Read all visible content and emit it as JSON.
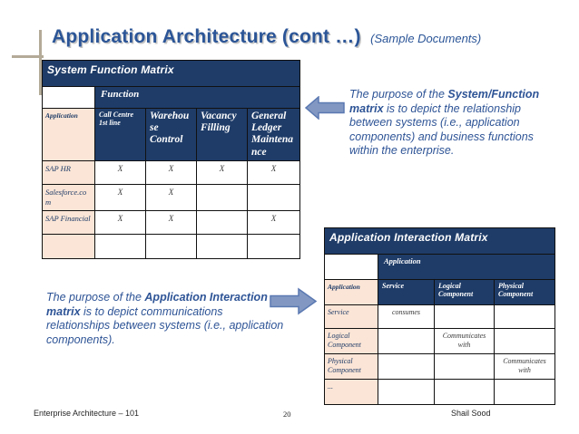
{
  "slide": {
    "title": "Application Architecture (cont …)",
    "title_suffix": "(Sample Documents)"
  },
  "sfm": {
    "title": "System Function Matrix",
    "corner": "",
    "group_header": "Function",
    "row_axis_label": "Application",
    "col_headers": [
      "Call Centre 1st line",
      "Warehouse Control",
      "Vacancy Filling",
      "General Ledger Maintenance"
    ],
    "rows": [
      {
        "label": "SAP HR",
        "cells": [
          "X",
          "X",
          "X",
          "X"
        ]
      },
      {
        "label": "Salesforce.com",
        "cells": [
          "X",
          "X",
          "",
          ""
        ]
      },
      {
        "label": "SAP Financial",
        "cells": [
          "X",
          "X",
          "",
          "X"
        ]
      },
      {
        "label": "",
        "cells": [
          "",
          "",
          "",
          ""
        ]
      }
    ]
  },
  "aim": {
    "title": "Application Interaction Matrix",
    "corner": "",
    "group_header": "Application",
    "row_axis_label": "Application",
    "col_headers": [
      "Service",
      "Logical Component",
      "Physical Component"
    ],
    "rows": [
      {
        "label": "Service",
        "cells": [
          "consumes",
          "",
          ""
        ]
      },
      {
        "label": "Logical Component",
        "cells": [
          "",
          "Communicates with",
          ""
        ]
      },
      {
        "label": "Physical Component",
        "cells": [
          "",
          "",
          "Communicates with"
        ]
      },
      {
        "label": "...",
        "cells": [
          "",
          "",
          ""
        ]
      }
    ]
  },
  "callout_sfm": {
    "prefix": "The purpose of the ",
    "bold": "System/Function matrix",
    "suffix": " is to depict the relationship between systems (i.e., application components) and business functions within the enterprise."
  },
  "callout_aim": {
    "prefix": "The purpose of the ",
    "bold": "Application Interaction matrix",
    "suffix": " is to depict communications relationships between systems (i.e., application components)."
  },
  "footer": {
    "left": "Enterprise Architecture – 101",
    "page": "20",
    "right": "Shail Sood"
  },
  "icons": {
    "left_arrow": "block-arrow-left",
    "right_arrow": "block-arrow-right"
  },
  "colors": {
    "table_header_bg": "#1f3c68",
    "row_label_bg": "#fbe5d6",
    "title_blue": "#2b5597",
    "body_text_blue": "#2e5496",
    "arrow_fill": "#8298c2",
    "arrow_stroke": "#5b79b2",
    "corner_line_tan": "#b3aa97"
  }
}
